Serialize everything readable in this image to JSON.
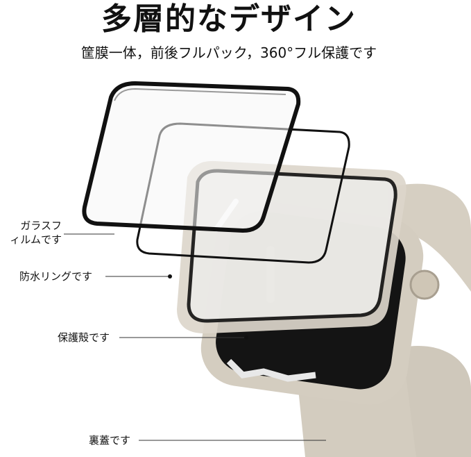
{
  "title": "多層的なデザイン",
  "subtitle": "筐膜一体，前後フルパック，360°フル保護です",
  "labels": {
    "glass_film_line1": "ガラスフ",
    "glass_film_line2": "ィルムです",
    "waterproof_ring": "防水リングです",
    "protective_shell": "保護殻です",
    "back_cover": "裏蓋です"
  },
  "colors": {
    "case": "#d9d3c7",
    "band": "#d6cfc2",
    "screen": "#141414"
  }
}
